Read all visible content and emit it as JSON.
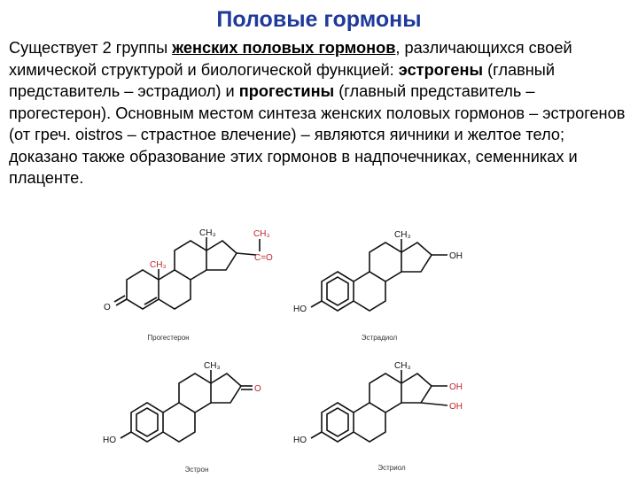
{
  "title": "Половые гормоны",
  "paragraph": {
    "s1": "Существует 2 группы ",
    "s1_bold": "женских половых гормонов",
    "s2": ", различающихся своей химической структурой и биологической функцией: ",
    "estrogens": "эстрогены",
    "s3": " (главный представитель – эстрадиол) и ",
    "progestins": "прогестины",
    "s4": " (главный представитель – прогестерон). Основным местом синтеза женских половых гормонов – эстрогенов (от греч. oistros – страстное влечение) – являются яичники и желтое тело; доказано также образование этих гормонов в надпочечниках, семенниках и плаценте."
  },
  "structures": {
    "progesterone": {
      "caption": "Прогестерон",
      "labels": {
        "ch3_top": "CH₃",
        "ch3_mid": "CH₃",
        "side_ch3": "CH₃",
        "side_co": "C=O",
        "ketone": "O"
      }
    },
    "estradiol": {
      "caption": "Эстрадиол",
      "labels": {
        "ch3": "CH₃",
        "oh_top": "OH",
        "ho": "HO"
      }
    },
    "estrone": {
      "caption": "Эстрон",
      "labels": {
        "ch3": "CH₃",
        "ketone": "O",
        "ho": "HO"
      }
    },
    "estriol": {
      "caption": "Эстриол",
      "labels": {
        "ch3": "CH₃",
        "oh1": "OH",
        "oh2": "OH",
        "ho": "HO"
      }
    }
  },
  "colors": {
    "title": "#1f3a9a",
    "heteroatom": "#c0252a"
  }
}
